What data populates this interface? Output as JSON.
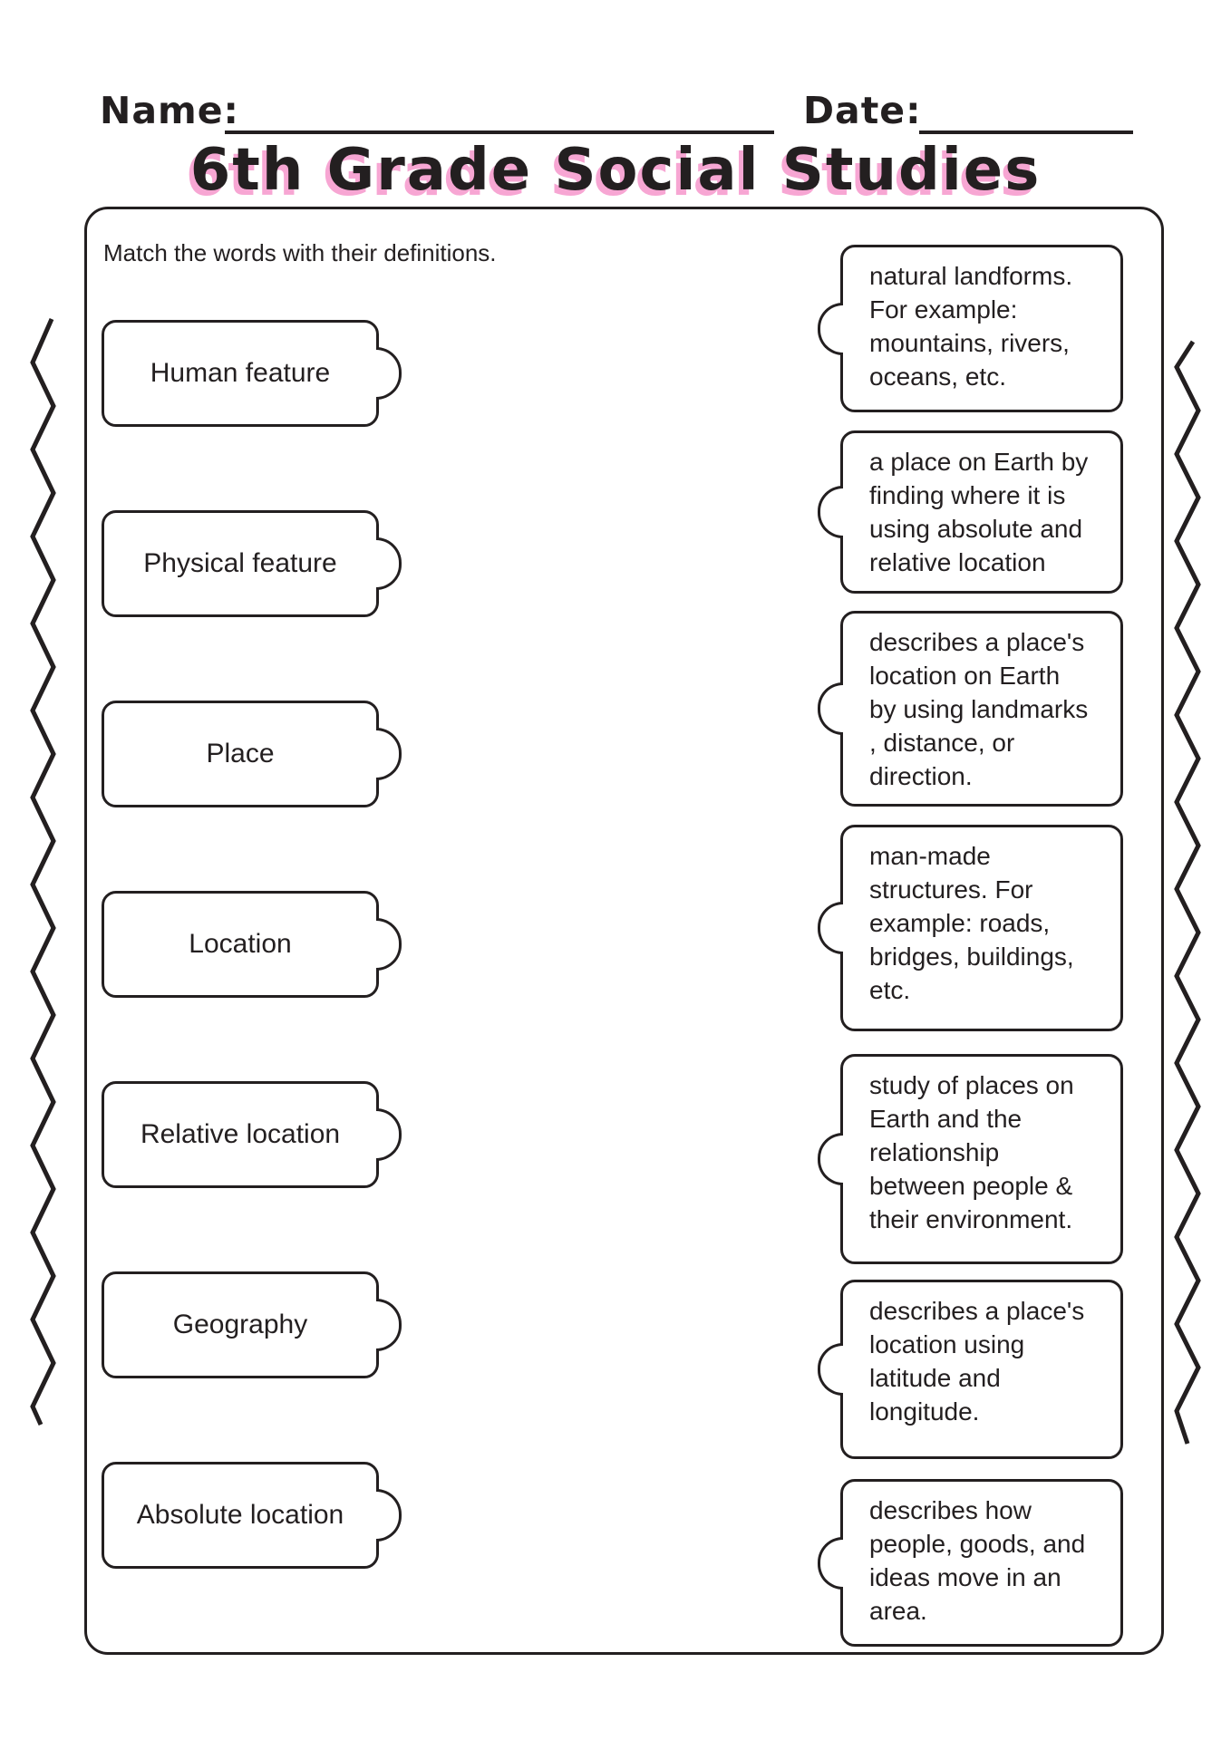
{
  "header": {
    "name_label": "Name:",
    "date_label": "Date:"
  },
  "worksheet": {
    "title": "6th Grade Social Studies",
    "instruction": "Match the words with their definitions."
  },
  "terms": [
    "Human feature",
    "Physical feature",
    "Place",
    "Location",
    "Relative location",
    "Geography",
    "Absolute location"
  ],
  "definitions": [
    "natural landforms.\nFor example:\nmountains, rivers,\noceans, etc.",
    "a place on Earth by\nfinding where it is\nusing absolute and\nrelative location",
    "describes a place's\nlocation on Earth\nby using landmarks\n, distance, or\ndirection.",
    "man-made\nstructures. For\nexample: roads,\nbridges, buildings,\netc.",
    "study of places on\nEarth and the\nrelationship\nbetween people &\ntheir environment.",
    "describes a place's\nlocation using\nlatitude and\nlongitude.",
    "describes how\npeople, goods, and\nideas move in an\narea."
  ],
  "colors": {
    "ink": "#231f20",
    "accent_pink": "#f7a6d3",
    "background": "#ffffff"
  }
}
